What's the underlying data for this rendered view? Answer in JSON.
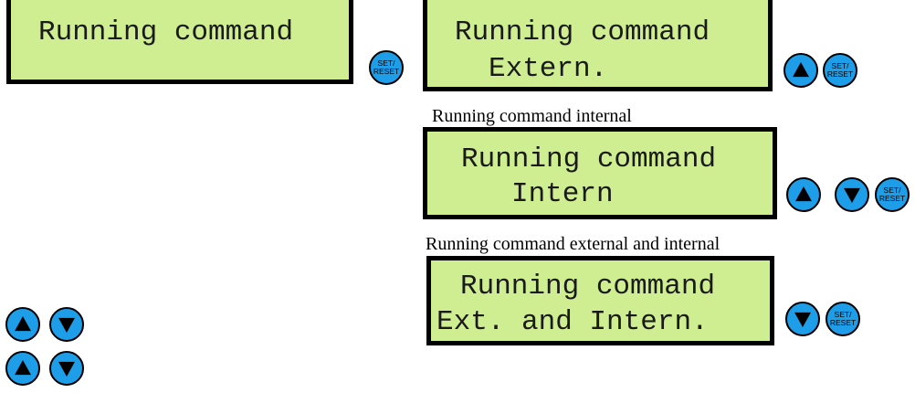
{
  "screens": {
    "main": {
      "line1": "Running command",
      "line2": ""
    },
    "extern": {
      "line1": "Running command",
      "line2": "Extern."
    },
    "intern": {
      "caption": "Running command internal",
      "line1": "Running command",
      "line2": "Intern"
    },
    "both": {
      "caption": "Running command external and internal",
      "line1": "Running command",
      "line2": "Ext. and Intern."
    }
  },
  "buttons": {
    "set_reset_line1": "SET/",
    "set_reset_line2": "RESET"
  },
  "icons": {
    "up": "up-arrow-button-icon",
    "down": "down-arrow-button-icon",
    "set_reset": "set-reset-button-icon"
  },
  "colors": {
    "lcd_background": "#cfee91",
    "button_fill": "#1e9ee8",
    "border": "#000000"
  }
}
